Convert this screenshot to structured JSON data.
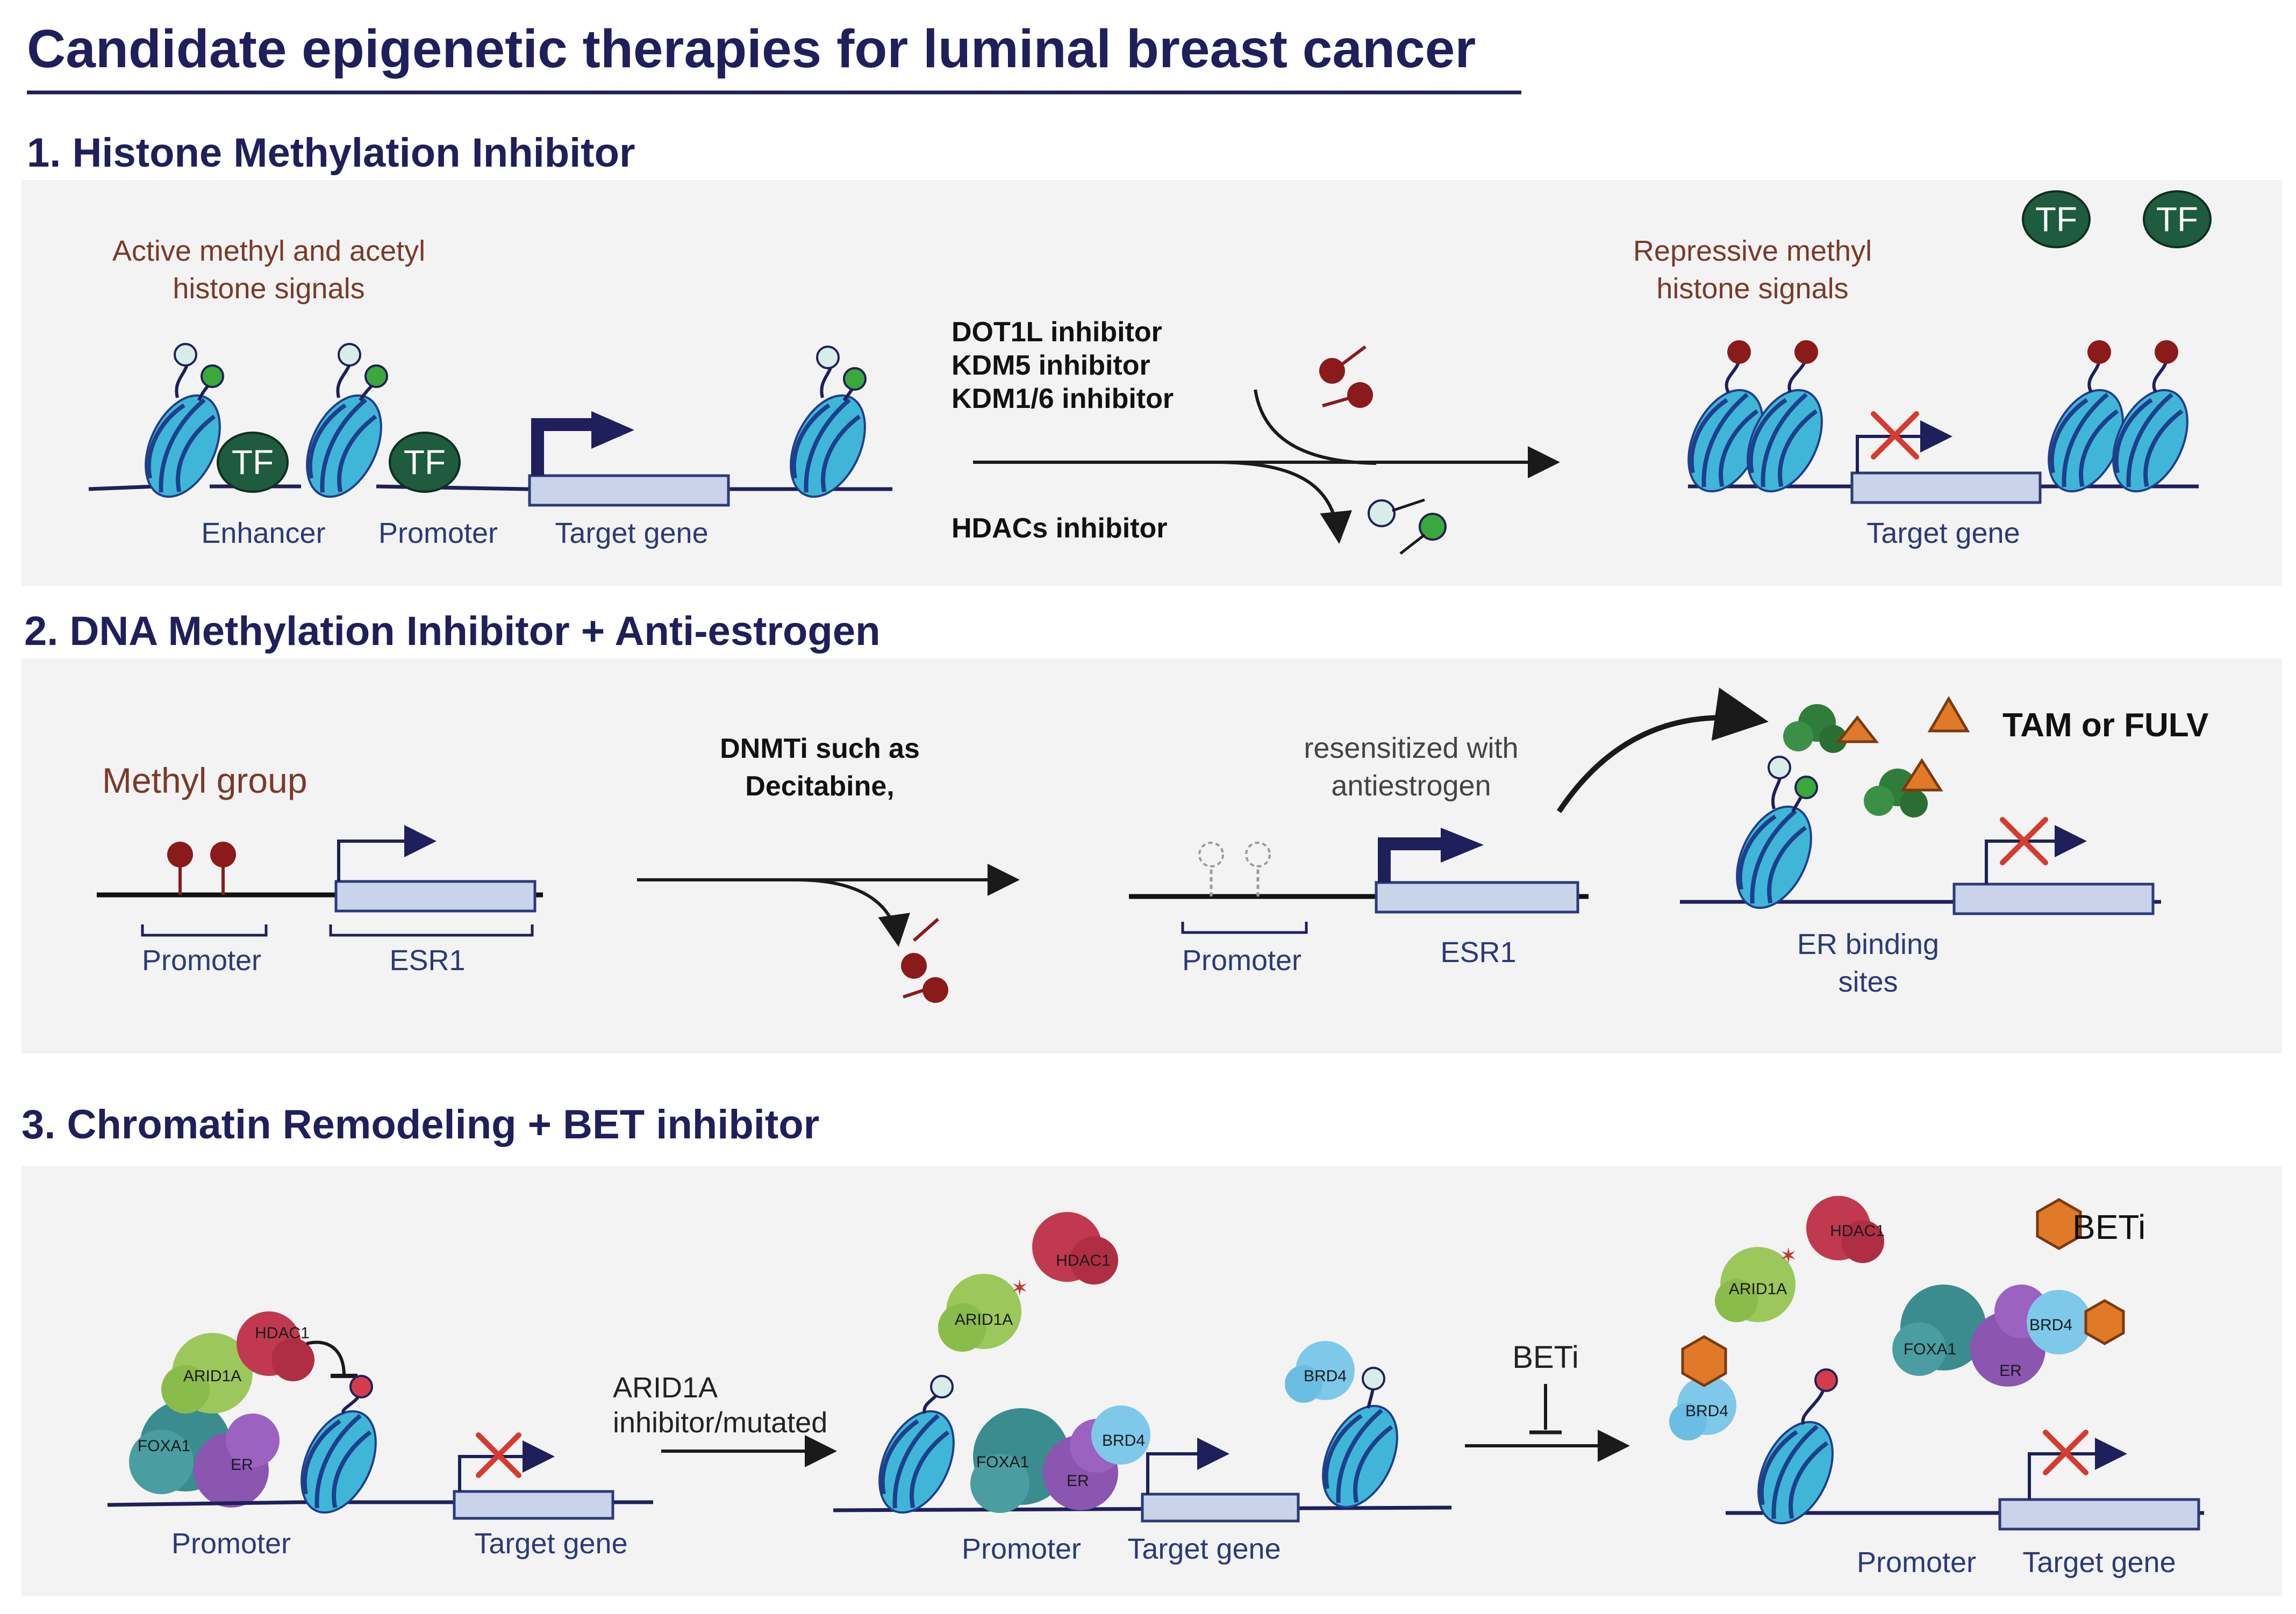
{
  "title": "Candidate epigenetic therapies for luminal breast cancer",
  "section1": {
    "heading": "1. Histone Methylation Inhibitor",
    "active_label_line1": "Active methyl and acetyl",
    "active_label_line2": "histone signals",
    "tf": "TF",
    "enhancer": "Enhancer",
    "promoter": "Promoter",
    "target_gene": "Target gene",
    "drug1": "DOT1L inhibitor",
    "drug2": "KDM5 inhibitor",
    "drug3": "KDM1/6 inhibitor",
    "drug4": "HDACs inhibitor",
    "repressive_line1": "Repressive methyl",
    "repressive_line2": "histone signals",
    "target_gene_right": "Target gene"
  },
  "section2": {
    "heading": "2. DNA Methylation Inhibitor + Anti-estrogen",
    "methyl_group": "Methyl group",
    "promoter": "Promoter",
    "esr1": "ESR1",
    "dnmti_line1": "DNMTi such as",
    "dnmti_line2": "Decitabine,",
    "resens_line1": "resensitized with",
    "resens_line2": "antiestrogen",
    "promoter_right": "Promoter",
    "esr1_right": "ESR1",
    "er_line1": "ER binding",
    "er_line2": "sites",
    "tam": "TAM or FULV"
  },
  "section3": {
    "heading": "3. Chromatin Remodeling + BET inhibitor",
    "hdac": "HDAC1",
    "arid": "ARID1A",
    "foxa": "FOXA1",
    "er": "ER",
    "brd": "BRD4",
    "arid_inh_line1": "ARID1A",
    "arid_inh_line2": "inhibitor/mutated",
    "beti_arrow": "BETi",
    "beti_legend": "BETi",
    "promoter1": "Promoter",
    "target1": "Target gene",
    "promoter2": "Promoter",
    "target2": "Target gene",
    "promoter3": "Promoter",
    "target3": "Target gene"
  },
  "colors": {
    "navy": "#1f1f5c",
    "panel": "#f3f3f3",
    "nucleosome": "#3fb6d8",
    "tf_green": "#1e5b3f",
    "methyl_red": "#8b1a1a",
    "acetyl_green": "#3aa83a",
    "gene_box": "#c9d3ea",
    "brown_label": "#7a3a2a",
    "orange": "#e07a28"
  }
}
